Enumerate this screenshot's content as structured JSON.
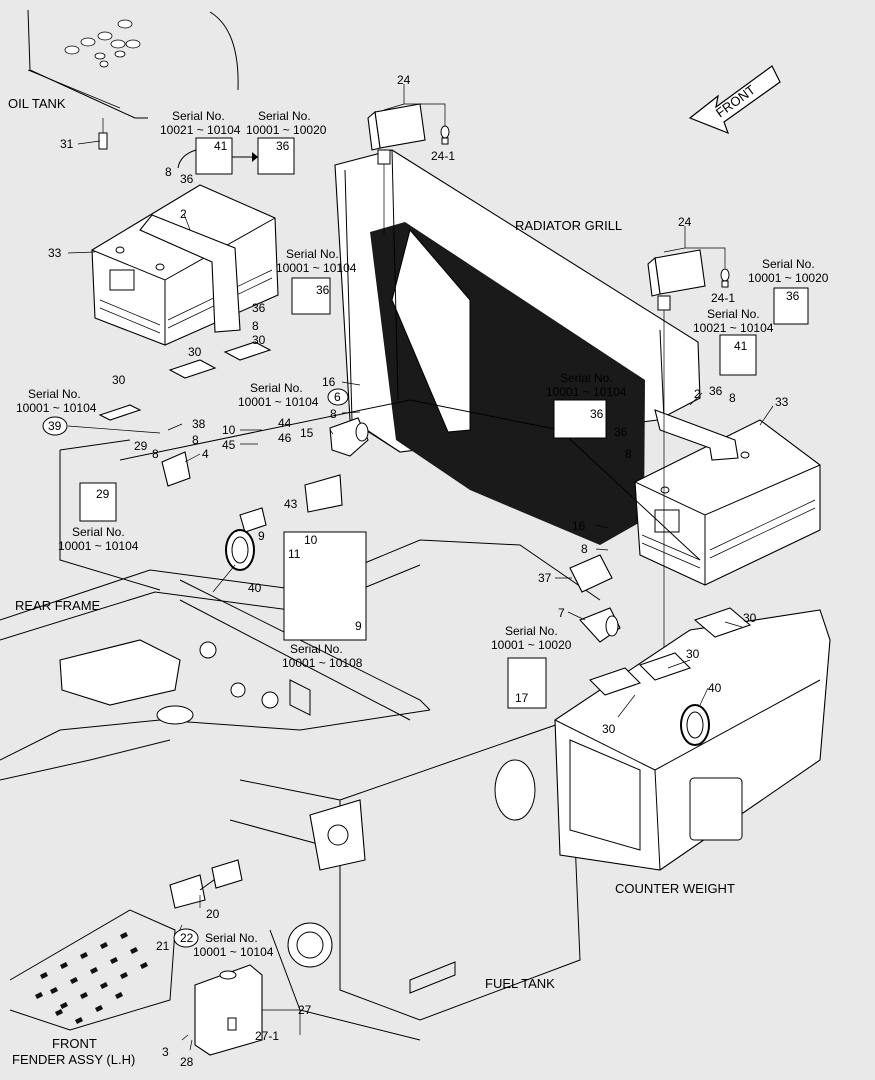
{
  "sections": {
    "oil_tank": "OIL TANK",
    "radiator_grill": "RADIATOR GRILL",
    "rear_frame": "REAR FRAME",
    "counter_weight": "COUNTER WEIGHT",
    "fuel_tank": "FUEL TANK",
    "front_fender_1": "FRONT",
    "front_fender_2": "FENDER ASSY (L.H)",
    "front_arrow": "FRONT"
  },
  "serials": {
    "s_left_41_a": "Serial No.",
    "s_left_41_b": "10021 ~ 10104",
    "s_left_36_a": "Serial No.",
    "s_left_36_b": "10001 ~ 10020",
    "s_left_36b_a": "Serial No.",
    "s_left_36b_b": "10001 ~ 10104",
    "s_30_a": "Serial No.",
    "s_30_b": "10001 ~ 10104",
    "s_39_a": "Serial No.",
    "s_39_b": "10001 ~ 10104",
    "s_29_a": "Serial No.",
    "s_29_b": "10001 ~ 10104",
    "s_11_a": "Serial No.",
    "s_11_b": "10001 ~ 10108",
    "s_right36_a": "Serial No.",
    "s_right36_b": "10001 ~ 10020",
    "s_right41_a": "Serial No.",
    "s_right41_b": "10021 ~ 10104",
    "s_mid36_a": "Serial No.",
    "s_mid36_b": "10001 ~ 10104",
    "s_17_a": "Serial No.",
    "s_17_b": "10001 ~ 10020",
    "s_22_a": "Serial No.",
    "s_22_b": "10001 ~ 10104"
  },
  "callouts": {
    "c24a": "24",
    "c24_1a": "24-1",
    "c24b": "24",
    "c24_1b": "24-1",
    "c31": "31",
    "c41a": "41",
    "c36a": "36",
    "c8a": "8",
    "c36b": "36",
    "c2a": "2",
    "c33a": "33",
    "c36c": "36",
    "c36d": "36",
    "c8b": "8",
    "c30a": "30",
    "c30b": "30",
    "c30c": "30",
    "c16a": "16",
    "c6": "6",
    "c8c": "8",
    "c38": "38",
    "c8d": "8",
    "c39": "39",
    "c29a": "29",
    "c8e": "8",
    "c4": "4",
    "c10a": "10",
    "c45": "45",
    "c44": "44",
    "c46": "46",
    "c15": "15",
    "c43": "43",
    "c9a": "9",
    "c29b": "29",
    "c10b": "10",
    "c11": "11",
    "c9b": "9",
    "c40a": "40",
    "c36e": "36",
    "c41b": "41",
    "c36f": "36",
    "c8f": "8",
    "c2b": "2",
    "c33b": "33",
    "c36g": "36",
    "c36h": "36",
    "c8g": "8",
    "c16b": "16",
    "c8h": "8",
    "c37": "37",
    "c7": "7",
    "c17": "17",
    "c30d": "30",
    "c30e": "30",
    "c30f": "30",
    "c40b": "40",
    "c20": "20",
    "c21": "21",
    "c22": "22",
    "c27": "27",
    "c27_1": "27-1",
    "c3": "3",
    "c28": "28"
  }
}
